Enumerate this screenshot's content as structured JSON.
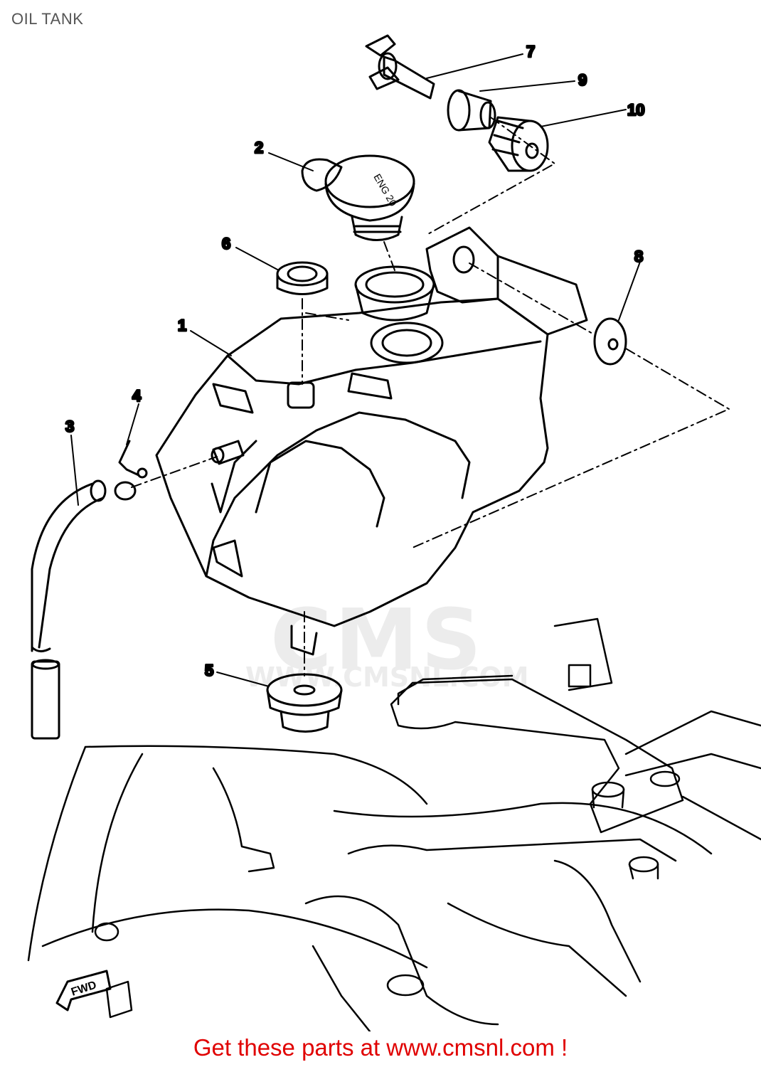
{
  "page": {
    "title": "OIL TANK"
  },
  "watermark": {
    "logo_text": "CMS",
    "url_text": "WWW.CMSNL.COM"
  },
  "callouts": [
    "1",
    "2",
    "3",
    "4",
    "5",
    "6",
    "7",
    "8",
    "9",
    "10"
  ],
  "cap_marking": "ENG 20",
  "frame_label": "FWD",
  "footer": {
    "text": "Get these parts at www.cmsnl.com !"
  },
  "colors": {
    "line": "#000000",
    "footer": "#e00000",
    "title": "#555555",
    "watermark": "#ececec"
  }
}
